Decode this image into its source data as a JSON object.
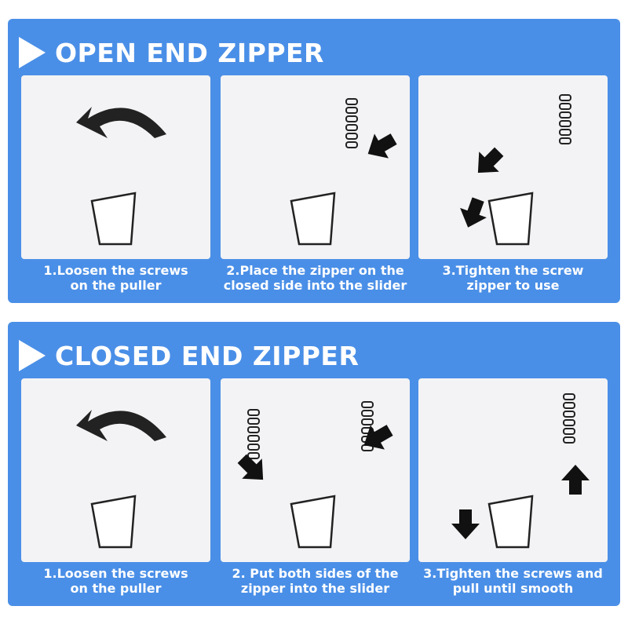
{
  "sections": [
    {
      "title": "OPEN END ZIPPER",
      "steps": [
        {
          "caption_line1": "1.Loosen the screws",
          "caption_line2": "on the puller"
        },
        {
          "caption_line1": "2.Place the zipper on the",
          "caption_line2": "closed side into the slider"
        },
        {
          "caption_line1": "3.Tighten the screw",
          "caption_line2": "zipper to use"
        }
      ]
    },
    {
      "title": "CLOSED END ZIPPER",
      "steps": [
        {
          "caption_line1": "1.Loosen the screws",
          "caption_line2": "on the puller"
        },
        {
          "caption_line1": "2. Put both sides of the",
          "caption_line2": "zipper into the slider"
        },
        {
          "caption_line1": "3.Tighten the screws and",
          "caption_line2": "pull until smooth"
        }
      ]
    }
  ],
  "colors": {
    "panel": "#4a8fe7",
    "card": "#f3f3f5"
  }
}
